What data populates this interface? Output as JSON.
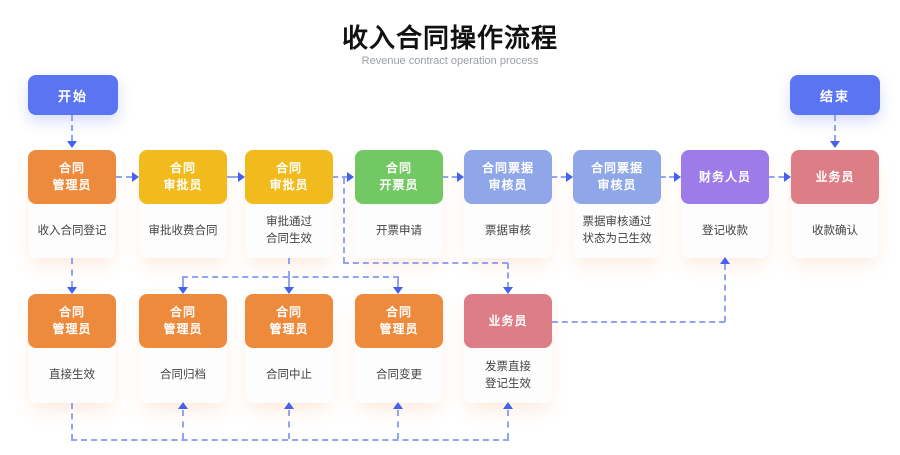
{
  "title": "收入合同操作流程",
  "subtitle": "Revenue contract operation process",
  "start_label": "开始",
  "end_label": "结束",
  "colors": {
    "accent_blue": "#5B74F1",
    "orange": "#ED8A3C",
    "yellow": "#F2BB1D",
    "green": "#72C862",
    "periwinkle": "#8FA7E9",
    "purple": "#9D7BE9",
    "pink": "#DD7E87",
    "line": "#93A3F4",
    "arrow": "#4462EE",
    "title": "#111111",
    "subtitle": "#9aa0a6"
  },
  "row1": [
    {
      "color": "#ED8A3C",
      "role1": "合同",
      "role2": "管理员",
      "task1": "收入合同登记"
    },
    {
      "color": "#F2BB1D",
      "role1": "合同",
      "role2": "审批员",
      "task1": "审批收费合同"
    },
    {
      "color": "#F2BB1D",
      "role1": "合同",
      "role2": "审批员",
      "task1": "审批通过",
      "task2": "合同生效"
    },
    {
      "color": "#72C862",
      "role1": "合同",
      "role2": "开票员",
      "task1": "开票申请"
    },
    {
      "color": "#8FA7E9",
      "role1": "合同票据",
      "role2": "审核员",
      "task1": "票据审核"
    },
    {
      "color": "#8FA7E9",
      "role1": "合同票据",
      "role2": "审核员",
      "task1": "票据审核通过",
      "task2": "状态为己生效"
    },
    {
      "color": "#9D7BE9",
      "role1": "财务人员",
      "task1": "登记收款"
    },
    {
      "color": "#DD7E87",
      "role1": "业务员",
      "task1": "收款确认"
    }
  ],
  "row2": [
    {
      "color": "#ED8A3C",
      "role1": "合同",
      "role2": "管理员",
      "task1": "直接生效"
    },
    {
      "color": "#ED8A3C",
      "role1": "合同",
      "role2": "管理员",
      "task1": "合同归档"
    },
    {
      "color": "#ED8A3C",
      "role1": "合同",
      "role2": "管理员",
      "task1": "合同中止"
    },
    {
      "color": "#ED8A3C",
      "role1": "合同",
      "role2": "管理员",
      "task1": "合同变更"
    },
    {
      "color": "#DD7E87",
      "role1": "业务员",
      "task1": "发票直接",
      "task2": "登记生效"
    }
  ]
}
